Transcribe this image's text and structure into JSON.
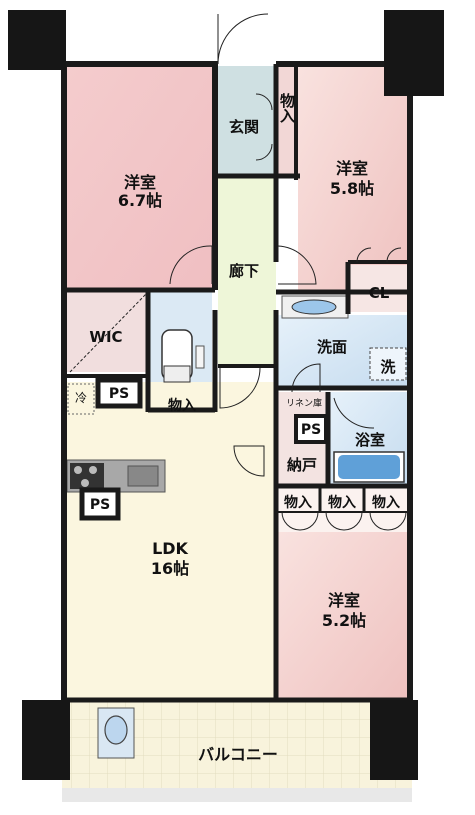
{
  "colors": {
    "wall": "#1a1a1a",
    "pillar": "#161616",
    "western_room": "#f3c9cb",
    "western_room_light": "#f7d9d6",
    "entrance": "#cfe0e2",
    "corridor": "#eef6d8",
    "wic": "#f1dede",
    "wet_area": "#d6e8f5",
    "ldk": "#fbf6df",
    "balcony_tile": "#f8f3dc",
    "storage": "#ece6d6"
  },
  "rooms": {
    "western_1": {
      "name": "洋室",
      "size": "6.7帖"
    },
    "western_2": {
      "name": "洋室",
      "size": "5.8帖"
    },
    "western_3": {
      "name": "洋室",
      "size": "5.2帖"
    },
    "entrance": "玄関",
    "storage_entrance": "物入",
    "corridor": "廊下",
    "closet": "CL",
    "wic": "WIC",
    "washroom": "洗面",
    "washer": "洗",
    "ps_1": "PS",
    "ps_2": "PS",
    "ps_3": "PS",
    "fridge": "冷",
    "storage_toilet": "物入",
    "linen": "リネン庫",
    "bath": "浴室",
    "closet_storage": "納戸",
    "storage_a": "物入",
    "storage_b": "物入",
    "storage_c": "物入",
    "ldk": {
      "name": "LDK",
      "size": "16帖"
    },
    "balcony": "バルコニー"
  }
}
